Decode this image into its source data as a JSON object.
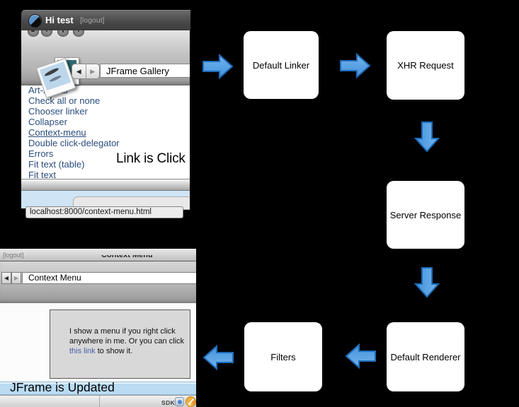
{
  "colors": {
    "background": "#000000",
    "arrow_fill_top": "#74b4ec",
    "arrow_fill_bottom": "#4292dc",
    "arrow_stroke": "#1e6cb8",
    "link_navy": "#2b4c7e",
    "inline_link_blue": "#4a5fa5",
    "highlight_strip_blue": "#cfe4f5",
    "update_bar_blue": "#badbf2",
    "node_background": "#ffffff"
  },
  "icons": {
    "back": "◀",
    "forward": "▶"
  },
  "browser_top": {
    "title": "Hi test",
    "logout": "[logout]",
    "nav_field": "JFrame Gallery",
    "links": [
      "Art-inputs",
      "Check all or none",
      "Chooser linker",
      "Collapser",
      "Context-menu",
      "Double click-delegator",
      "Errors",
      "Fit text (table)",
      "Fit text"
    ],
    "overlay": "Link is Click",
    "status_url": "localhost:8000/context-menu.html"
  },
  "flow": {
    "boxes": [
      {
        "label": "Default Linker"
      },
      {
        "label": "XHR Request"
      },
      {
        "label": "Server Response"
      },
      {
        "label": "Default Renderer"
      },
      {
        "label": "Filters"
      }
    ]
  },
  "browser_bottom": {
    "logout": "[logout]",
    "window_title": "Context Menu",
    "nav_field": "Context Menu",
    "box_line1": "I show a menu if you right click",
    "box_line2": "anywhere in me. Or you can click",
    "box_link": "this link",
    "box_line3": " to show it.",
    "overlay": "JFrame is Updated",
    "sdk_label": "SDK"
  }
}
